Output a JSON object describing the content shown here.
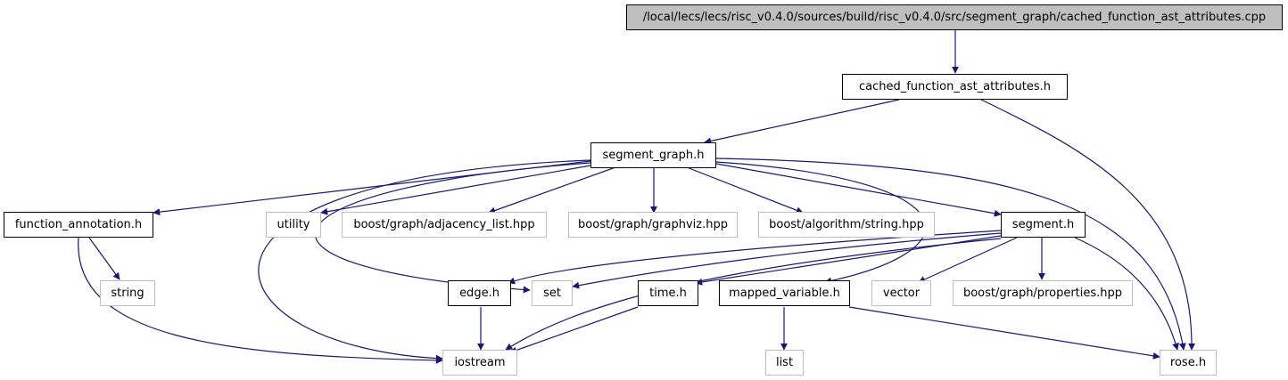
{
  "root": {
    "label": "/local/lecs/lecs/risc_v0.4.0/sources/build/risc_v0.4.0/src/segment_graph/cached_function_ast_attributes.cpp"
  },
  "nodes": {
    "cached_function_ast_attributes_h": "cached_function_ast_attributes.h",
    "segment_graph_h": "segment_graph.h",
    "function_annotation_h": "function_annotation.h",
    "utility": "utility",
    "adjacency_list": "boost/graph/adjacency_list.hpp",
    "graphviz": "boost/graph/graphviz.hpp",
    "algorithm_string": "boost/algorithm/string.hpp",
    "segment_h": "segment.h",
    "string": "string",
    "edge_h": "edge.h",
    "set": "set",
    "time_h": "time.h",
    "mapped_variable_h": "mapped_variable.h",
    "vector": "vector",
    "properties": "boost/graph/properties.hpp",
    "iostream": "iostream",
    "list": "list",
    "rose_h": "rose.h"
  },
  "colors": {
    "edge": "#191970",
    "root_fill": "#bfbfbf",
    "system_border": "#bfbfbf",
    "local_border": "#000000"
  }
}
